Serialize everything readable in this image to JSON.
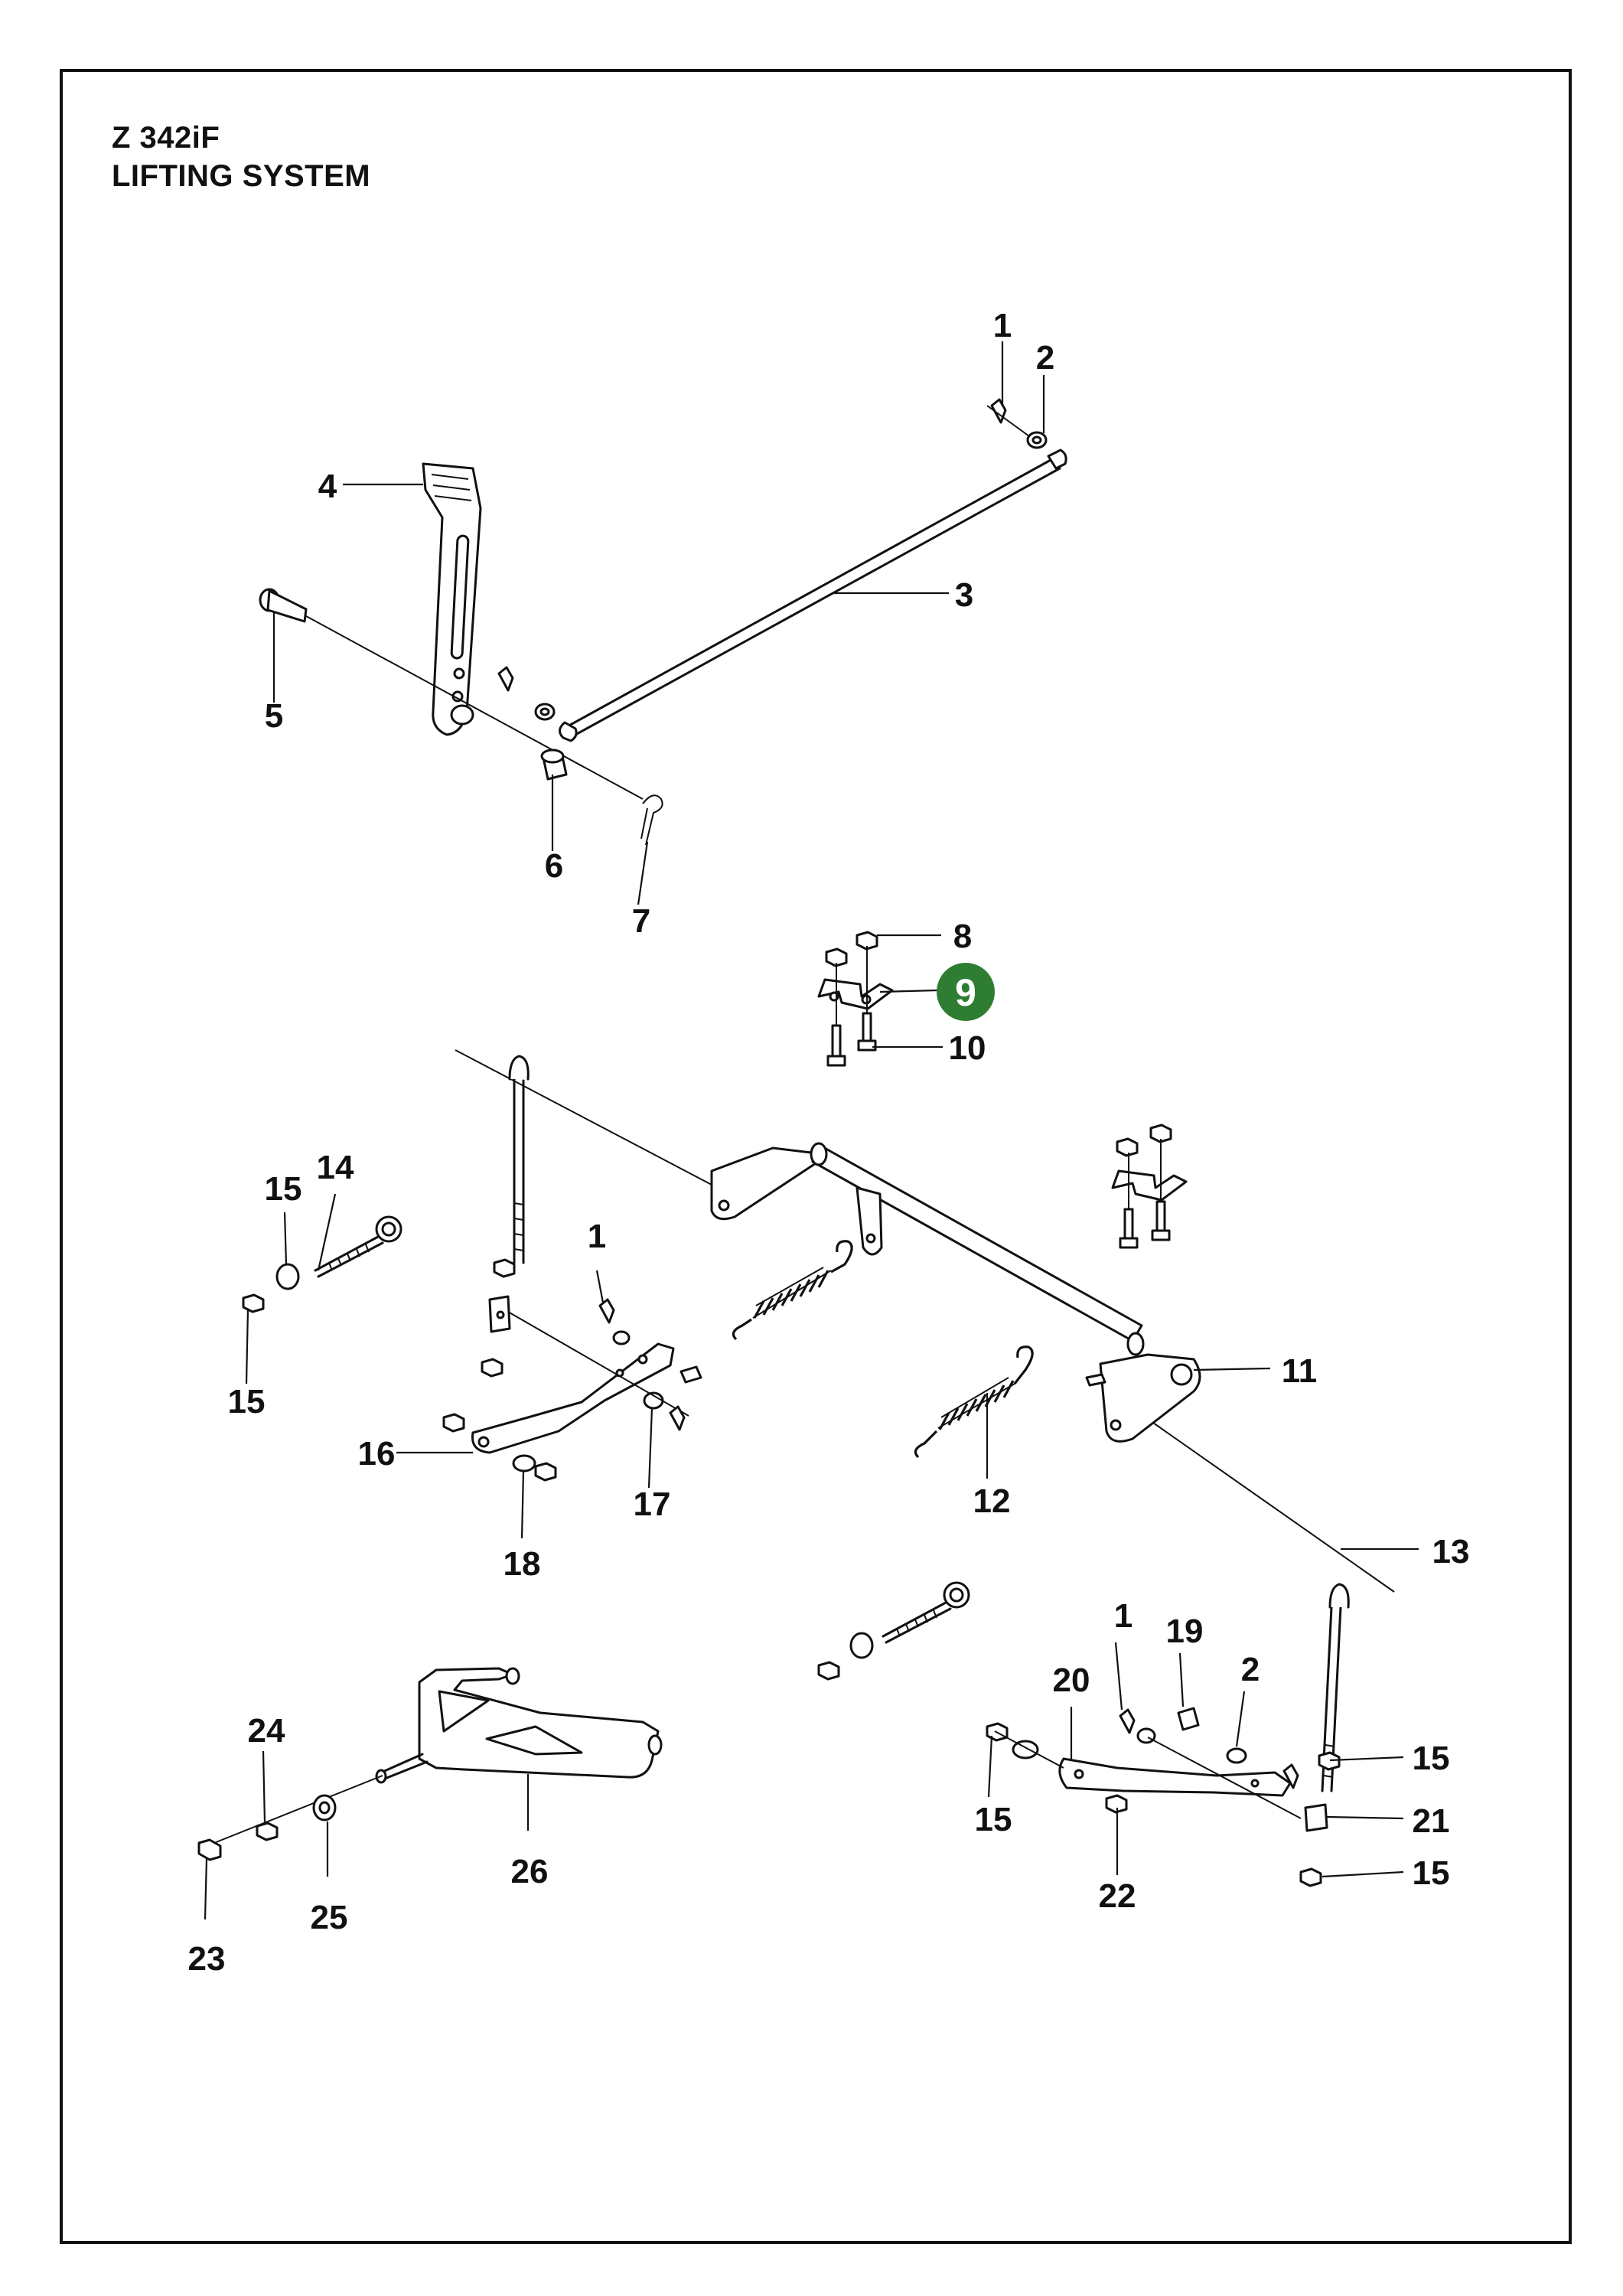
{
  "title": {
    "model": "Z 342iF",
    "name": "LIFTING SYSTEM"
  },
  "highlight_color": "#2e7d32",
  "callouts": [
    {
      "id": "c1a",
      "label": "1"
    },
    {
      "id": "c2a",
      "label": "2"
    },
    {
      "id": "c3",
      "label": "3"
    },
    {
      "id": "c4",
      "label": "4"
    },
    {
      "id": "c5",
      "label": "5"
    },
    {
      "id": "c6",
      "label": "6"
    },
    {
      "id": "c7",
      "label": "7"
    },
    {
      "id": "c8",
      "label": "8"
    },
    {
      "id": "c9",
      "label": "9",
      "highlighted": true
    },
    {
      "id": "c10",
      "label": "10"
    },
    {
      "id": "c11",
      "label": "11"
    },
    {
      "id": "c12",
      "label": "12"
    },
    {
      "id": "c13",
      "label": "13"
    },
    {
      "id": "c14",
      "label": "14"
    },
    {
      "id": "c15a",
      "label": "15"
    },
    {
      "id": "c15b",
      "label": "15"
    },
    {
      "id": "c16",
      "label": "16"
    },
    {
      "id": "c1b",
      "label": "1"
    },
    {
      "id": "c17",
      "label": "17"
    },
    {
      "id": "c18",
      "label": "18"
    },
    {
      "id": "c19",
      "label": "19"
    },
    {
      "id": "c20",
      "label": "20"
    },
    {
      "id": "c2b",
      "label": "2"
    },
    {
      "id": "c1c",
      "label": "1"
    },
    {
      "id": "c15c",
      "label": "15"
    },
    {
      "id": "c15d",
      "label": "15"
    },
    {
      "id": "c15e",
      "label": "15"
    },
    {
      "id": "c21",
      "label": "21"
    },
    {
      "id": "c22",
      "label": "22"
    },
    {
      "id": "c23",
      "label": "23"
    },
    {
      "id": "c24",
      "label": "24"
    },
    {
      "id": "c25",
      "label": "25"
    },
    {
      "id": "c26",
      "label": "26"
    }
  ]
}
